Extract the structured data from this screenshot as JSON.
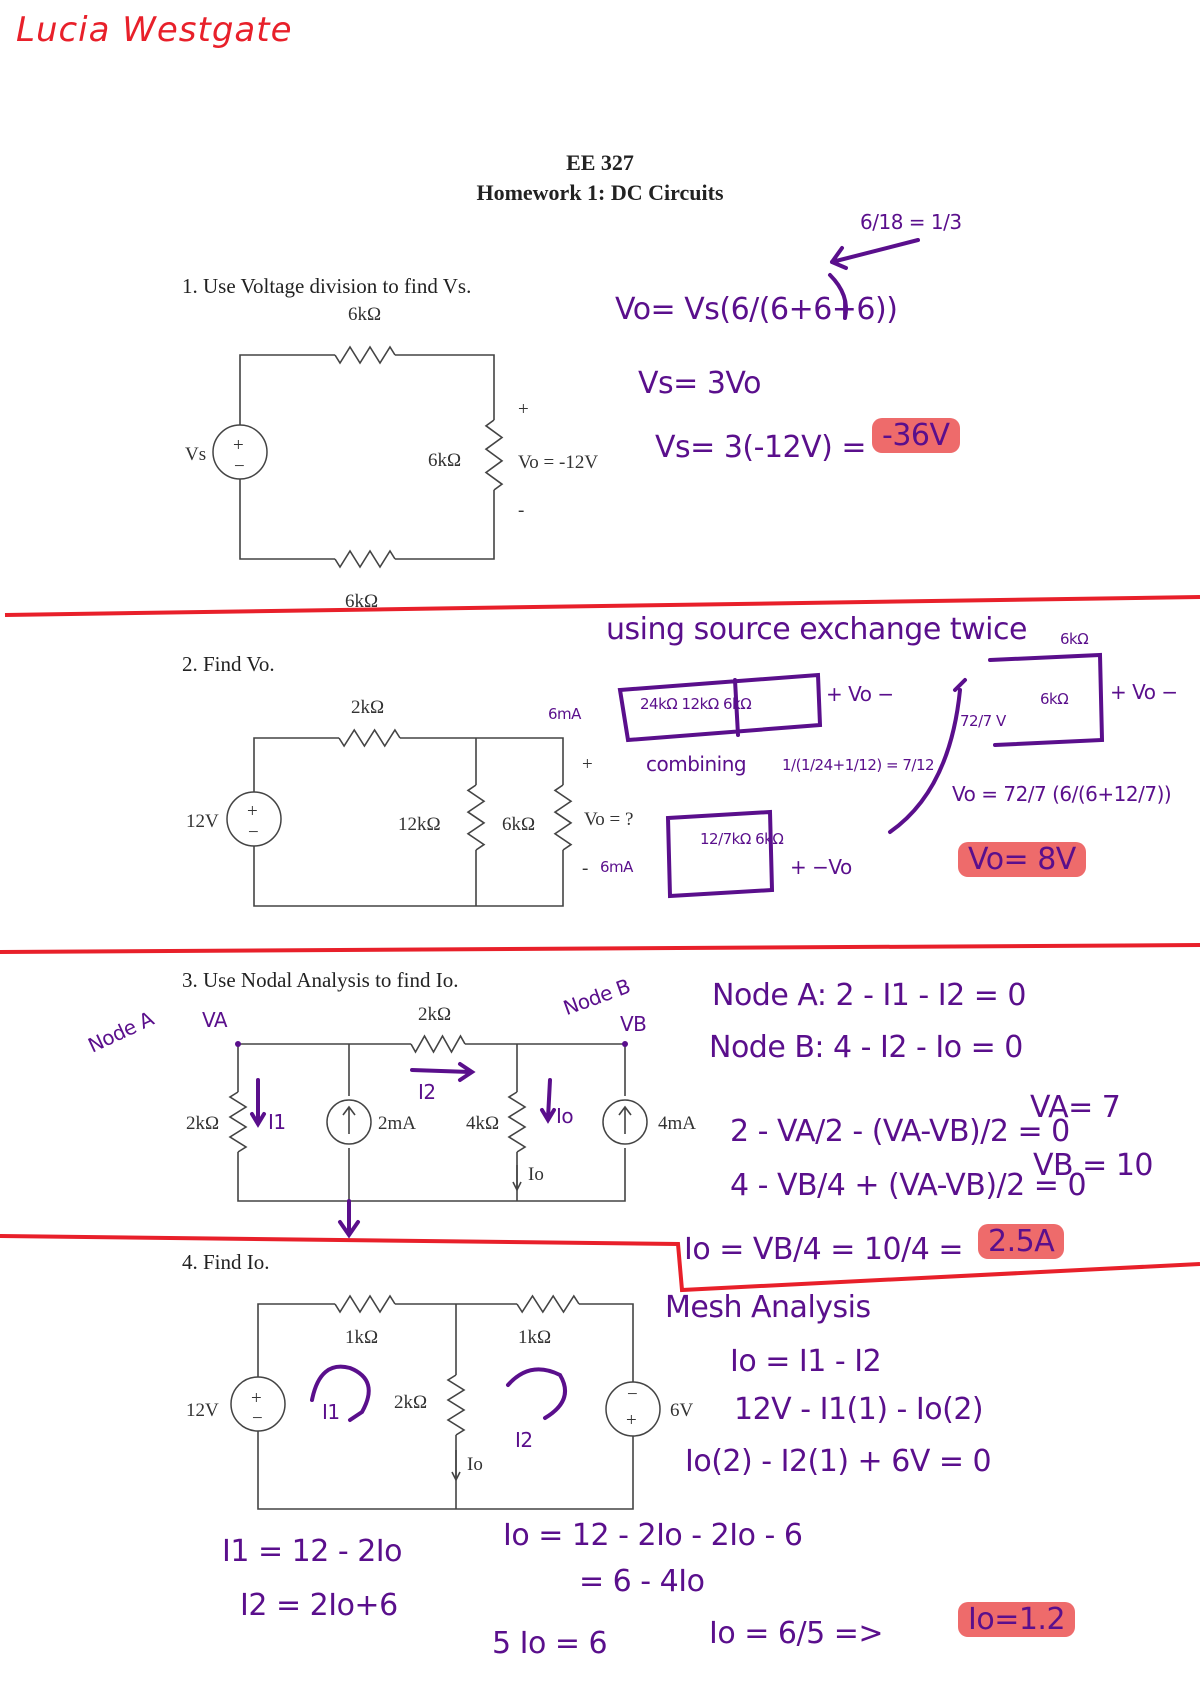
{
  "student_name": "Lucia Westgate",
  "header": {
    "course": "EE 327",
    "title": "Homework 1: DC Circuits"
  },
  "colors": {
    "ink": "#5a0f8c",
    "divider": "#e8202a",
    "highlight": "#ee6b6b"
  },
  "problems": [
    {
      "prompt": "1.  Use Voltage division to find Vs.",
      "circuit": {
        "r_top": "6kΩ",
        "r_right": "6kΩ",
        "r_bottom": "6kΩ",
        "source": "Vs",
        "plus": "+",
        "minus": "-",
        "output": "Vo = -12V",
        "src_plus": "+",
        "src_minus": "−"
      },
      "work": {
        "line1": "Vo= Vs(6/(6+6+6))",
        "note": "6/18 = 1/3",
        "line2": "Vs= 3Vo",
        "line3": "Vs= 3(-12V) =",
        "answer": "-36V"
      }
    },
    {
      "prompt": "2.  Find Vo.",
      "circuit": {
        "r_top": "2kΩ",
        "r_mid": "12kΩ",
        "r_right": "6kΩ",
        "source": "12V",
        "plus": "+",
        "minus": "-",
        "output": "Vo = ?",
        "src_plus": "+",
        "src_minus": "−"
      },
      "work": {
        "heading": "using source exchange twice",
        "sketch1_src": "6mA",
        "sketch1_r": "24kΩ  12kΩ  6kΩ",
        "sketch1_vo": "+ Vo −",
        "combining": "combining",
        "combine_eq": "1/(1/24+1/12) = 7/12",
        "sketch2_src": "6mA",
        "sketch2_r": "12/7kΩ  6kΩ",
        "sketch2_vo": "+ −Vo",
        "sketch3_r": "6kΩ",
        "sketch3_src": "72/7 V",
        "sketch3_r2": "6kΩ",
        "sketch3_vo": "+ Vo −",
        "line1": "Vo = 72/7 (6/(6+12/7))",
        "answer": "Vo= 8V"
      }
    },
    {
      "prompt": "3.  Use Nodal Analysis to find Io.",
      "circuit": {
        "r_top": "2kΩ",
        "r_left": "2kΩ",
        "src_mid": "2mA",
        "r_mid": "4kΩ",
        "src_right": "4mA",
        "io": "Io"
      },
      "work": {
        "node_a_label": "Node A",
        "va": "VA",
        "node_b_label": "Node B",
        "vb": "VB",
        "i1": "I1",
        "i2": "I2",
        "io": "Io",
        "eq_a": "Node A: 2 - I1 - I2 = 0",
        "eq_b": "Node B: 4 - I2 - Io = 0",
        "eq_c": "2 - VA/2 - (VA-VB)/2 = 0",
        "va_val": "VA= 7",
        "eq_d": "4 - VB/4 + (VA-VB)/2 = 0",
        "vb_val": "VB = 10",
        "eq_io": "Io = VB/4 = 10/4 =",
        "answer": "2.5A"
      }
    },
    {
      "prompt": "4.  Find Io.",
      "circuit": {
        "r_left": "1kΩ",
        "r_right": "1kΩ",
        "r_mid": "2kΩ",
        "io": "Io",
        "source_left": "12V",
        "source_right": "6V",
        "src_plus": "+",
        "src_minus": "−"
      },
      "work": {
        "heading": "Mesh Analysis",
        "i1": "I1",
        "i2": "I2",
        "eq1": "Io = I1 - I2",
        "eq2": "12V - I1(1) - Io(2)",
        "eq3": "Io(2) - I2(1) + 6V = 0",
        "eq4": "I1 = 12 - 2Io",
        "eq5": "I2 = 2Io+6",
        "eq6": "Io = 12 - 2Io - 2Io - 6",
        "eq7": "= 6 - 4Io",
        "eq8": "5 Io = 6",
        "eq9": "Io = 6/5 =>",
        "answer": "Io=1.2"
      }
    }
  ]
}
